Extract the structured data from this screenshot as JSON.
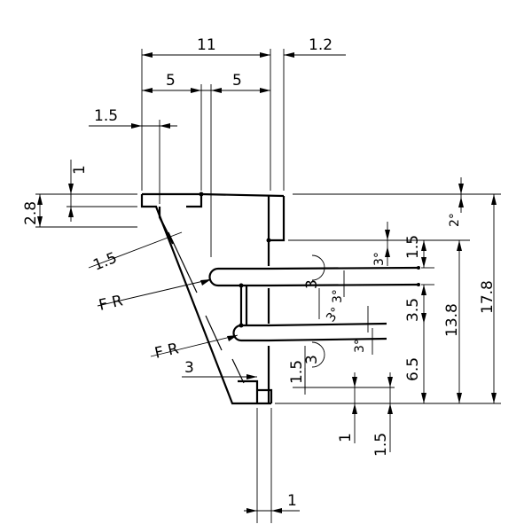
{
  "drawing": {
    "dims": {
      "w11": "11",
      "w1_2": "1.2",
      "w5a": "5",
      "w5b": "5",
      "w1_5_top": "1.5",
      "h1_top": "1",
      "h2_8": "2.8",
      "ang2": "2°",
      "h1_5_right": "1.5",
      "ang3a": "3°",
      "ang3b": "3°",
      "ang3c": "3°",
      "ang3d": "3°",
      "r3a": "3",
      "r3b": "3",
      "h3_5": "3.5",
      "h13_8": "13.8",
      "h17_8": "17.8",
      "h6_5": "6.5",
      "h1_5_mid": "1.5",
      "h1_bottom": "1",
      "h1_5_bottom": "1.5",
      "w1_bottom": "1",
      "w3": "3",
      "w1_5_diag": "1.5",
      "fr_top": "F R",
      "fr_bottom": "F R"
    }
  }
}
